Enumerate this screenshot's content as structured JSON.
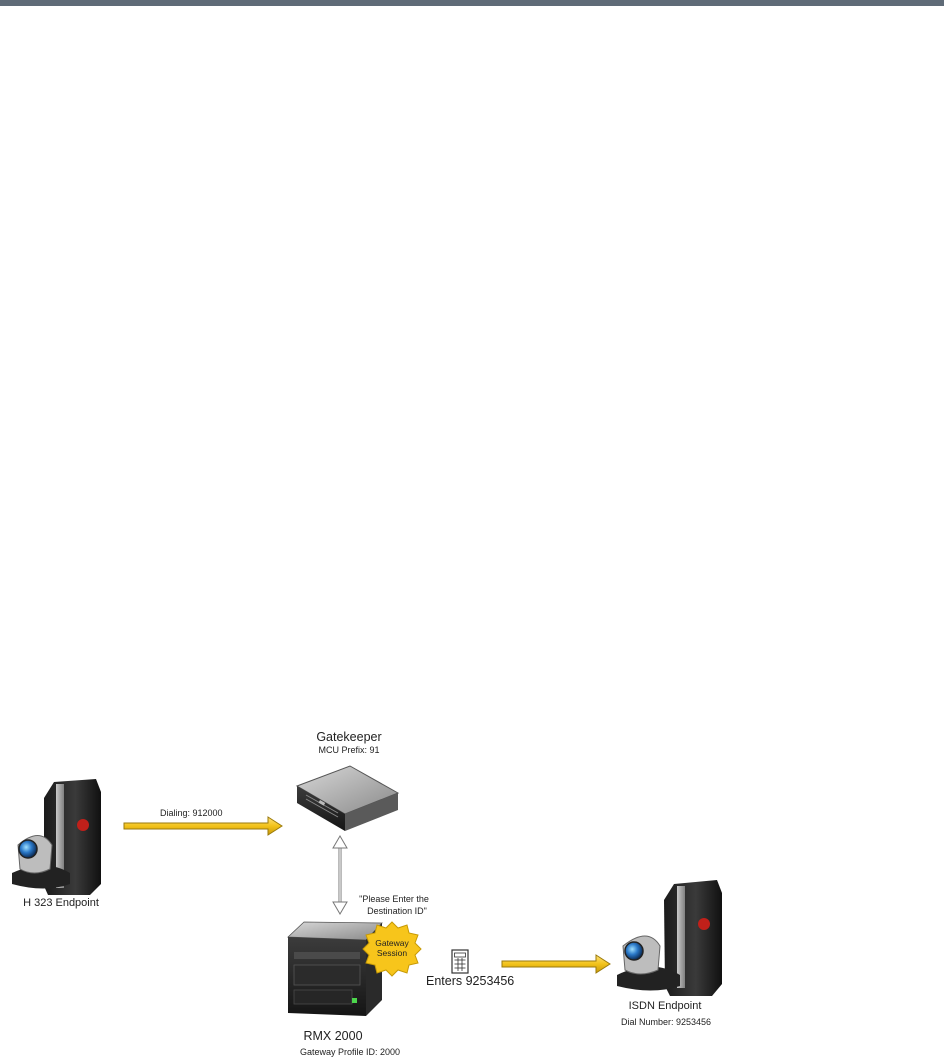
{
  "header": {
    "bar_color": "#5f6b77"
  },
  "gatekeeper": {
    "title": "Gatekeeper",
    "subtitle": "MCU Prefix: 91",
    "icon": "gatekeeper-server-icon"
  },
  "h323": {
    "label": "H 323 Endpoint",
    "icon": "h323-endpoint-icon"
  },
  "dialing": {
    "label": "Dialing: 912000"
  },
  "prompt": {
    "line1": "\"Please Enter the",
    "line2": "Destination ID\""
  },
  "gateway_session": {
    "line1": "Gateway",
    "line2": "Session",
    "color": "#f7c51b"
  },
  "rmx": {
    "title": "RMX 2000",
    "subtitle": "Gateway Profile ID: 2000",
    "icon": "rmx-server-icon"
  },
  "enters": {
    "label": "Enters 9253456",
    "icon": "keypad-icon"
  },
  "isdn": {
    "title": "ISDN Endpoint",
    "subtitle": "Dial Number: 9253456",
    "icon": "isdn-endpoint-icon"
  },
  "colors": {
    "arrow": "#f2c21a",
    "arrow_edge": "#9a7a0c"
  }
}
